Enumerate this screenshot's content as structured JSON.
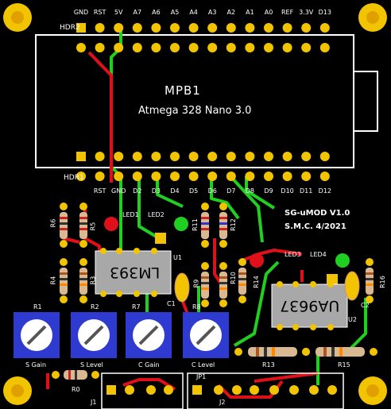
{
  "top_header": {
    "name": "HDR2",
    "pins": [
      "GND",
      "RST",
      "5V",
      "A7",
      "A6",
      "A5",
      "A4",
      "A3",
      "A2",
      "A1",
      "A0",
      "REF",
      "3.3V",
      "D13"
    ]
  },
  "bottom_header": {
    "name": "HDR1",
    "pins": [
      "RST",
      "GND",
      "D2",
      "D3",
      "D4",
      "D5",
      "D6",
      "D7",
      "D8",
      "D9",
      "D10",
      "D11",
      "D12"
    ]
  },
  "module": {
    "ref": "MPB1",
    "name": "Atmega 328 Nano 3.0"
  },
  "title": {
    "line1": "SG-uMOD V1.0",
    "line2": "S.M.C. 4/2021"
  },
  "chips": {
    "u1": {
      "ref": "U1",
      "part": "LM393"
    },
    "u2": {
      "ref": "U2",
      "part": "UA9637"
    }
  },
  "leds": {
    "led1": "LED1",
    "led2": "LED2",
    "led3": "LED3",
    "led4": "LED4"
  },
  "resistors": {
    "r3": "R3",
    "r4": "R4",
    "r5": "R5",
    "r6": "R6",
    "r9": "R9",
    "r10": "R10",
    "r11": "R11",
    "r12": "R12",
    "r13": "R13",
    "r14": "R14",
    "r15": "R15",
    "r16": "R16",
    "r0": "R0"
  },
  "caps": {
    "c1": "C1",
    "c2": "C2"
  },
  "pots": [
    {
      "ref": "R1",
      "label": "S Gain"
    },
    {
      "ref": "R2",
      "label": "S Level"
    },
    {
      "ref": "R7",
      "label": "C Gain"
    },
    {
      "ref": "R8",
      "label": "C Level"
    }
  ],
  "connectors": {
    "j1": "J1",
    "jp1": "JP1",
    "j2": "J2"
  },
  "colors": {
    "board": "#000000",
    "pad": "#f2c400",
    "trace_red": "#e0101a",
    "trace_green": "#20d020",
    "pot_blue": "#2f3bd0",
    "chip_gray": "#a8a8a8",
    "corner_pad": "#f2c400"
  }
}
